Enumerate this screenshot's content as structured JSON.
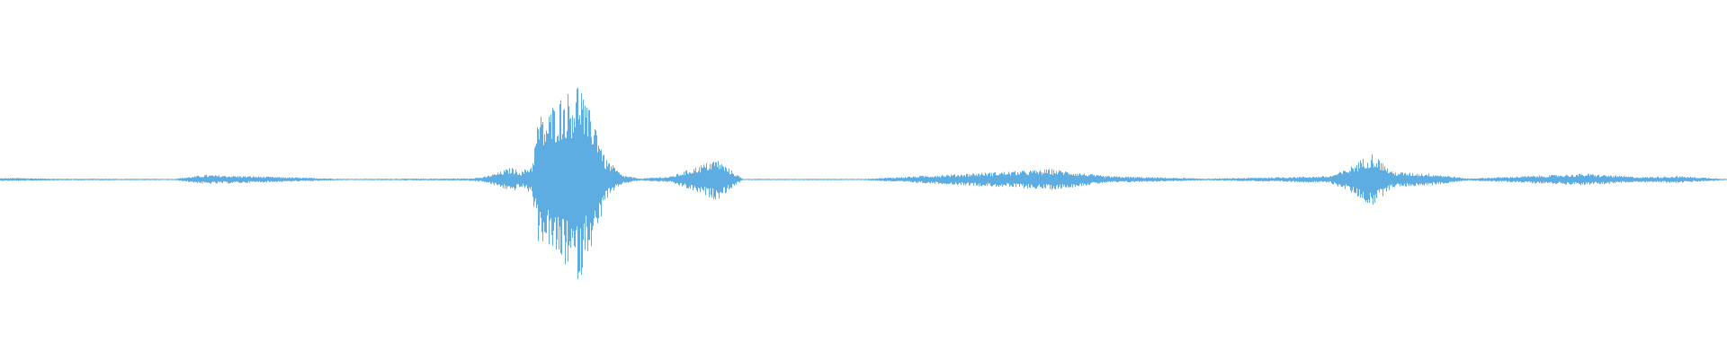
{
  "waveform": {
    "color": "#5dade2",
    "background": "#ffffff",
    "peaks": [
      {
        "t": 0.0,
        "a": 0.012
      },
      {
        "t": 0.01,
        "a": 0.014
      },
      {
        "t": 0.03,
        "a": 0.008
      },
      {
        "t": 0.1,
        "a": 0.006
      },
      {
        "t": 0.119,
        "a": 0.04
      },
      {
        "t": 0.2,
        "a": 0.006
      },
      {
        "t": 0.27,
        "a": 0.01
      },
      {
        "t": 0.28,
        "a": 0.022
      },
      {
        "t": 0.288,
        "a": 0.06
      },
      {
        "t": 0.296,
        "a": 0.105
      },
      {
        "t": 0.302,
        "a": 0.07
      },
      {
        "t": 0.308,
        "a": 0.13
      },
      {
        "t": 0.312,
        "a": 0.58
      },
      {
        "t": 0.316,
        "a": 0.52
      },
      {
        "t": 0.32,
        "a": 0.65
      },
      {
        "t": 0.326,
        "a": 0.74
      },
      {
        "t": 0.332,
        "a": 0.78
      },
      {
        "t": 0.336,
        "a": 0.91
      },
      {
        "t": 0.339,
        "a": 0.63
      },
      {
        "t": 0.343,
        "a": 0.58
      },
      {
        "t": 0.346,
        "a": 0.47
      },
      {
        "t": 0.35,
        "a": 0.19
      },
      {
        "t": 0.355,
        "a": 0.12
      },
      {
        "t": 0.36,
        "a": 0.04
      },
      {
        "t": 0.37,
        "a": 0.01
      },
      {
        "t": 0.388,
        "a": 0.025
      },
      {
        "t": 0.415,
        "a": 0.18
      },
      {
        "t": 0.42,
        "a": 0.12
      },
      {
        "t": 0.43,
        "a": 0.006
      },
      {
        "t": 0.5,
        "a": 0.006
      },
      {
        "t": 0.61,
        "a": 0.09
      },
      {
        "t": 0.64,
        "a": 0.03
      },
      {
        "t": 0.7,
        "a": 0.008
      },
      {
        "t": 0.77,
        "a": 0.03
      },
      {
        "t": 0.78,
        "a": 0.09
      },
      {
        "t": 0.79,
        "a": 0.19
      },
      {
        "t": 0.795,
        "a": 0.23
      },
      {
        "t": 0.8,
        "a": 0.16
      },
      {
        "t": 0.806,
        "a": 0.07
      },
      {
        "t": 0.815,
        "a": 0.06
      },
      {
        "t": 0.83,
        "a": 0.05
      },
      {
        "t": 0.85,
        "a": 0.01
      },
      {
        "t": 0.918,
        "a": 0.05
      },
      {
        "t": 0.95,
        "a": 0.022
      },
      {
        "t": 0.972,
        "a": 0.03
      },
      {
        "t": 1.0,
        "a": 0.006
      }
    ]
  }
}
